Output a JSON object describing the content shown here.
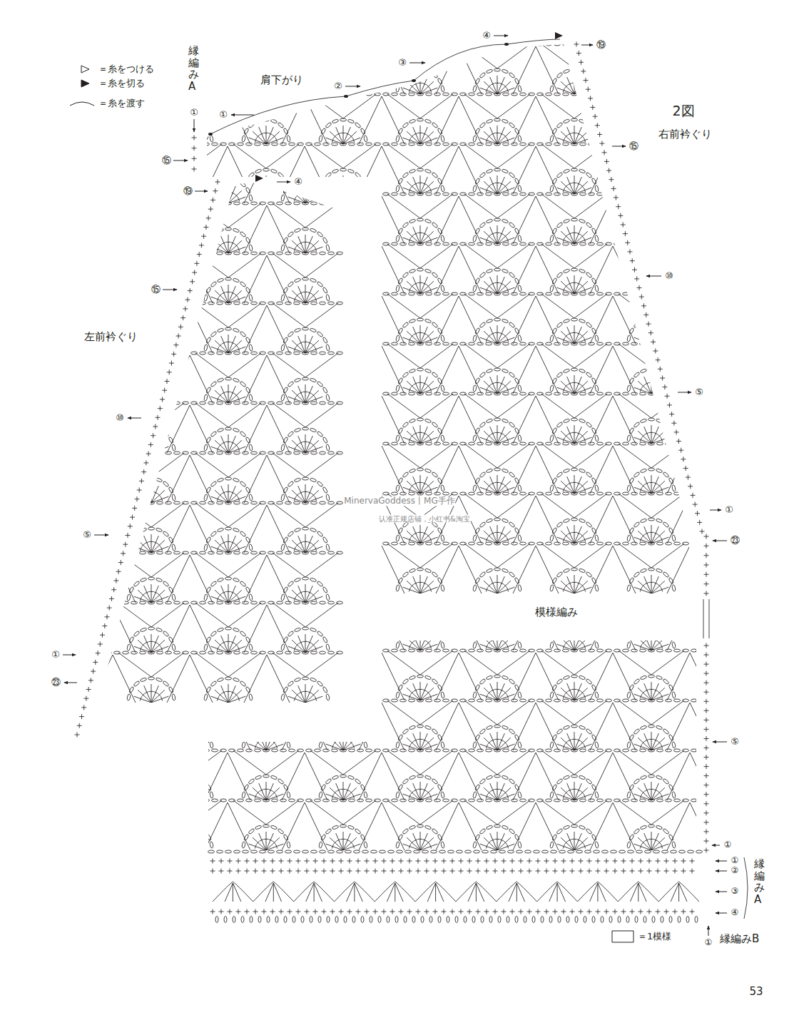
{
  "diagram": {
    "title": "2図",
    "labels": [
      "縁編みA",
      "①",
      "⑮",
      "肩下がり",
      "①",
      "②",
      "③",
      "④",
      "⑲",
      "右前衿ぐり",
      "⑮",
      "⑩",
      "⑤",
      "①",
      "㉓",
      "⑲",
      "④",
      "⑮",
      "左前衿ぐり",
      "⑩",
      "⑤",
      "MinervaGoddess丨MG手作",
      "认准正规店铺，小红书&淘宝",
      "①",
      "㉓",
      "模様編み",
      "⑤",
      "①",
      "①",
      "②",
      "③",
      "④",
      "縁編みA",
      "①",
      "縁編みB",
      "53"
    ],
    "legend": [
      {
        "text": "＝糸をつける"
      },
      {
        "text": "＝糸を切る"
      },
      {
        "text": "＝糸を渡す"
      },
      {
        "text": "＝1模様"
      }
    ]
  }
}
